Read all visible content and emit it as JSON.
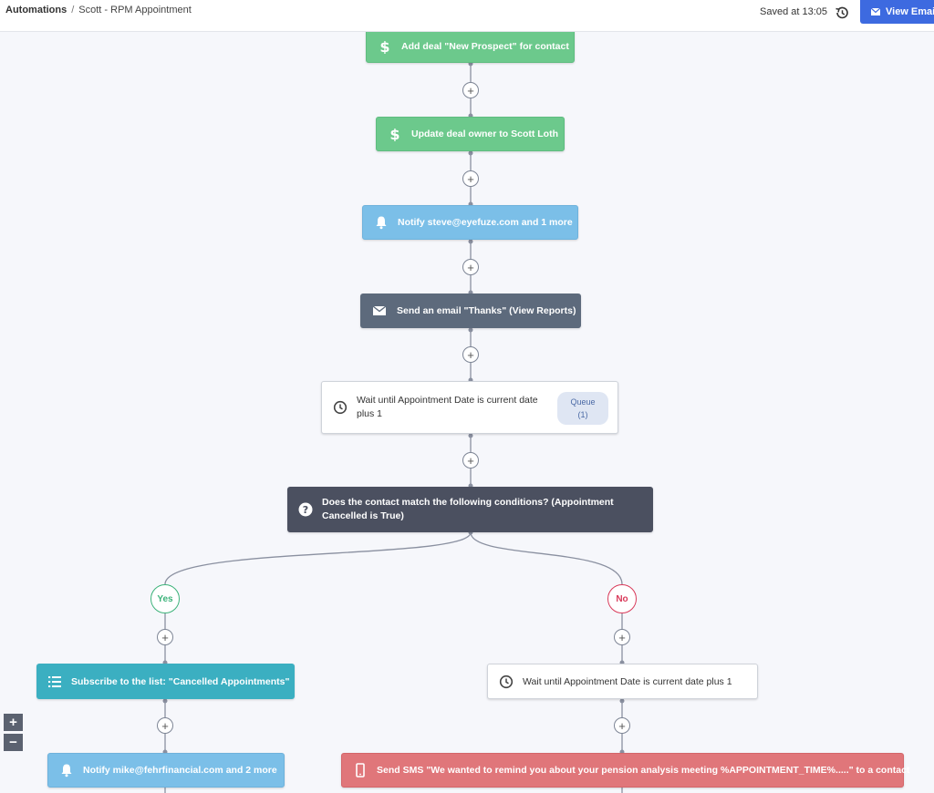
{
  "breadcrumb": {
    "root": "Automations",
    "separator": "/",
    "current": "Scott - RPM Appointment"
  },
  "header": {
    "saved_text": "Saved at 13:05",
    "view_email_label": "View Email"
  },
  "nodes": {
    "add_deal": "Add deal \"New Prospect\" for contact",
    "update_owner": "Update deal owner to Scott Loth",
    "notify_steve": "Notify steve@eyefuze.com and 1 more",
    "send_email": "Send an email \"Thanks\" (View Reports)",
    "wait_1": "Wait until Appointment Date is current date plus 1",
    "queue_label": "Queue",
    "queue_count": "(1)",
    "condition": "Does the contact match the following conditions? (Appointment Cancelled is True)",
    "yes_label": "Yes",
    "no_label": "No",
    "subscribe": "Subscribe to the list: \"Cancelled Appointments\"",
    "wait_2": "Wait until Appointment Date is current date plus 1",
    "notify_mike": "Notify mike@fehrfinancial.com and 2 more",
    "send_sms": "Send SMS \"We wanted to remind you about your pension analysis meeting %APPOINTMENT_TIME%.....\" to a contact"
  },
  "zoom": {
    "in": "+",
    "out": "−"
  },
  "icons": {
    "add_deal": "dollar-icon",
    "update_owner": "dollar-icon",
    "notify": "bell-icon",
    "send_email": "envelope-icon",
    "wait": "clock-icon",
    "condition": "question-icon",
    "subscribe": "list-icon",
    "sms": "phone-icon",
    "history": "history-icon"
  },
  "colors": {
    "deal": "#6cc98c",
    "notify": "#7bbfe8",
    "email": "#5d6a7c",
    "condition": "#4b5060",
    "subscribe": "#3bafc1",
    "sms": "#e0767a",
    "yes": "#3db37a",
    "no": "#d93a5a",
    "accent": "#3d6ae0"
  }
}
